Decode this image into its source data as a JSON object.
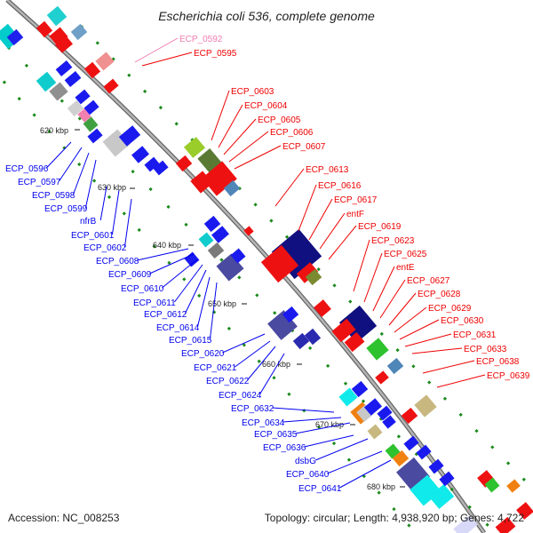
{
  "title": "Escherichia coli 536, complete genome",
  "accession": "Accession: NC_008253",
  "topology": "Topology: circular; Length: 4,938,920 bp; Genes: 4,722",
  "kbp_marks": [
    "620 kbp",
    "630 kbp",
    "640 kbp",
    "650 kbp",
    "660 kbp",
    "670 kbp",
    "680 kbp"
  ],
  "colors": {
    "backbone": "#888888",
    "forward_strand": "#0000ee",
    "reverse_strand": "#ee0000",
    "faded_label": "#f07cb0",
    "tick": "#1a8a1a"
  },
  "left_labels": [
    "ECP_0596",
    "ECP_0597",
    "ECP_0598",
    "ECP_0599",
    "nfrB",
    "ECP_0601",
    "ECP_0602",
    "ECP_0608",
    "ECP_0609",
    "ECP_0610",
    "ECP_0611",
    "ECP_0612",
    "ECP_0614",
    "ECP_0615",
    "ECP_0620",
    "ECP_0621",
    "ECP_0622",
    "ECP_0624",
    "ECP_0632",
    "ECP_0634",
    "ECP_0635",
    "ECP_0636",
    "dsbG",
    "ECP_0640",
    "ECP_0641"
  ],
  "right_labels": [
    "ECP_0592",
    "ECP_0595",
    "ECP_0603",
    "ECP_0604",
    "ECP_0605",
    "ECP_0606",
    "ECP_0607",
    "ECP_0613",
    "ECP_0616",
    "ECP_0617",
    "entF",
    "ECP_0619",
    "ECP_0623",
    "ECP_0625",
    "entE",
    "ECP_0627",
    "ECP_0628",
    "ECP_0629",
    "ECP_0630",
    "ECP_0631",
    "ECP_0633",
    "ECP_0638",
    "ECP_0639"
  ]
}
